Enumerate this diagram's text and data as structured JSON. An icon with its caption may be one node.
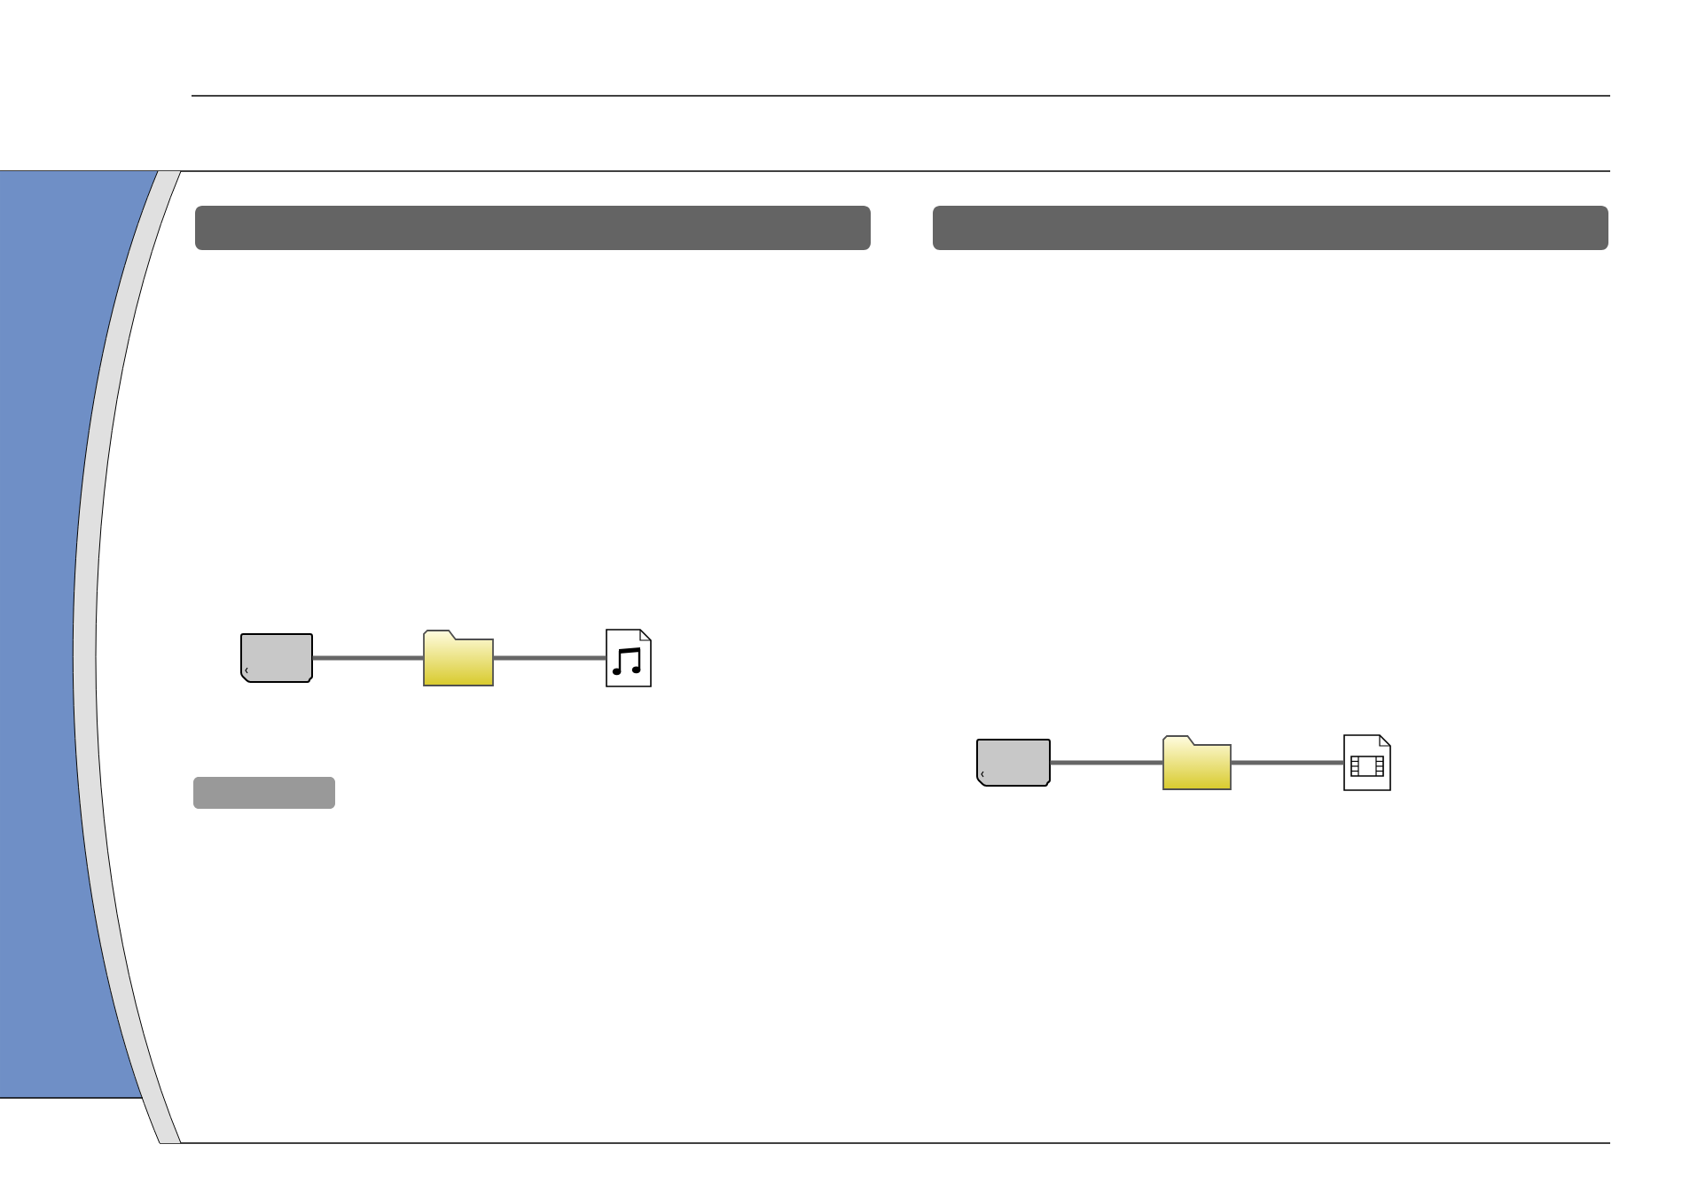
{
  "diagram": {
    "nodes": [
      {
        "text": [],
        "shape": "bar"
      },
      {
        "text": [],
        "shape": "picture"
      },
      {
        "text": [],
        "shape": "picture"
      },
      {
        "text": [],
        "shape": "picture"
      },
      {
        "text": [],
        "shape": "bar"
      },
      {
        "text": [],
        "shape": "bar"
      },
      {
        "text": [],
        "shape": "picture"
      },
      {
        "text": [],
        "shape": "picture"
      },
      {
        "text": [],
        "shape": "picture"
      }
    ],
    "edges": [
      {
        "from": 1,
        "to": 2,
        "arrow": "none"
      },
      {
        "from": 2,
        "to": 3,
        "arrow": "none"
      },
      {
        "from": 6,
        "to": 7,
        "arrow": "none"
      },
      {
        "from": 7,
        "to": 8,
        "arrow": "none"
      }
    ]
  }
}
